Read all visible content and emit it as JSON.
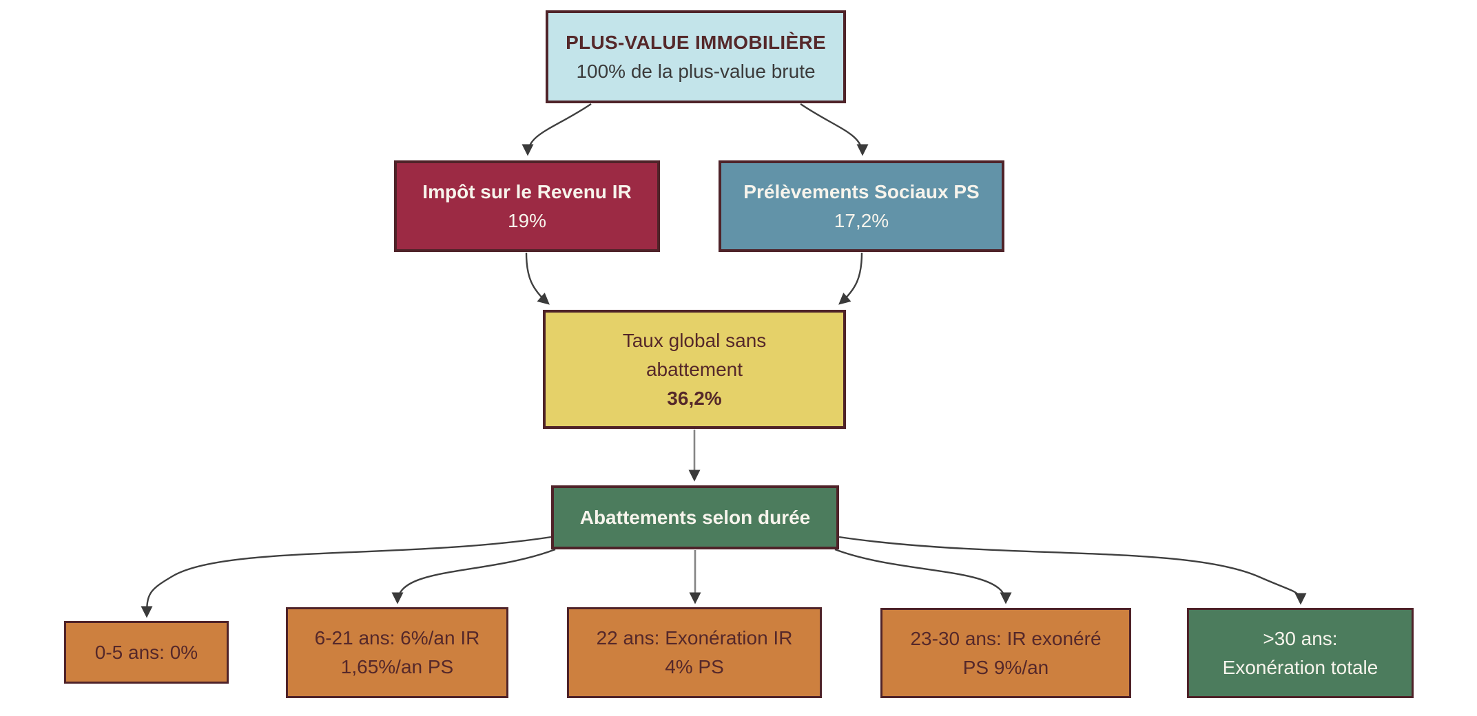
{
  "colors": {
    "maroon_border": "#4f2329",
    "maroon_text": "#55282a",
    "dark_text": "#3b3b3b",
    "light_text": "#f7f4ec",
    "light_blue": "#c3e4ea",
    "crimson": "#9c2a44",
    "steel_blue": "#6293a8",
    "yellow": "#e5d169",
    "green": "#4c7c5d",
    "orange": "#cd803f",
    "arrow_dark": "#3f3f3f",
    "arrow_gray": "#858585"
  },
  "diagram": {
    "root": {
      "title": "PLUS-VALUE IMMOBILIÈRE",
      "subtitle": "100% de la plus-value brute"
    },
    "income_tax": {
      "title": "Impôt sur le Revenu IR",
      "value": "19%"
    },
    "social_levies": {
      "title": "Prélèvements Sociaux PS",
      "value": "17,2%"
    },
    "global_rate": {
      "line1": "Taux global sans",
      "line2": "abattement",
      "value": "36,2%"
    },
    "allowances": {
      "title": "Abattements selon durée"
    },
    "duration_boxes": [
      {
        "line1": "0-5 ans: 0%",
        "line2": ""
      },
      {
        "line1": "6-21 ans: 6%/an IR",
        "line2": "1,65%/an PS"
      },
      {
        "line1": "22 ans: Exonération IR",
        "line2": "4% PS"
      },
      {
        "line1": "23-30 ans: IR exonéré",
        "line2": "PS 9%/an"
      },
      {
        "line1": ">30 ans:",
        "line2": "Exonération totale"
      }
    ]
  }
}
